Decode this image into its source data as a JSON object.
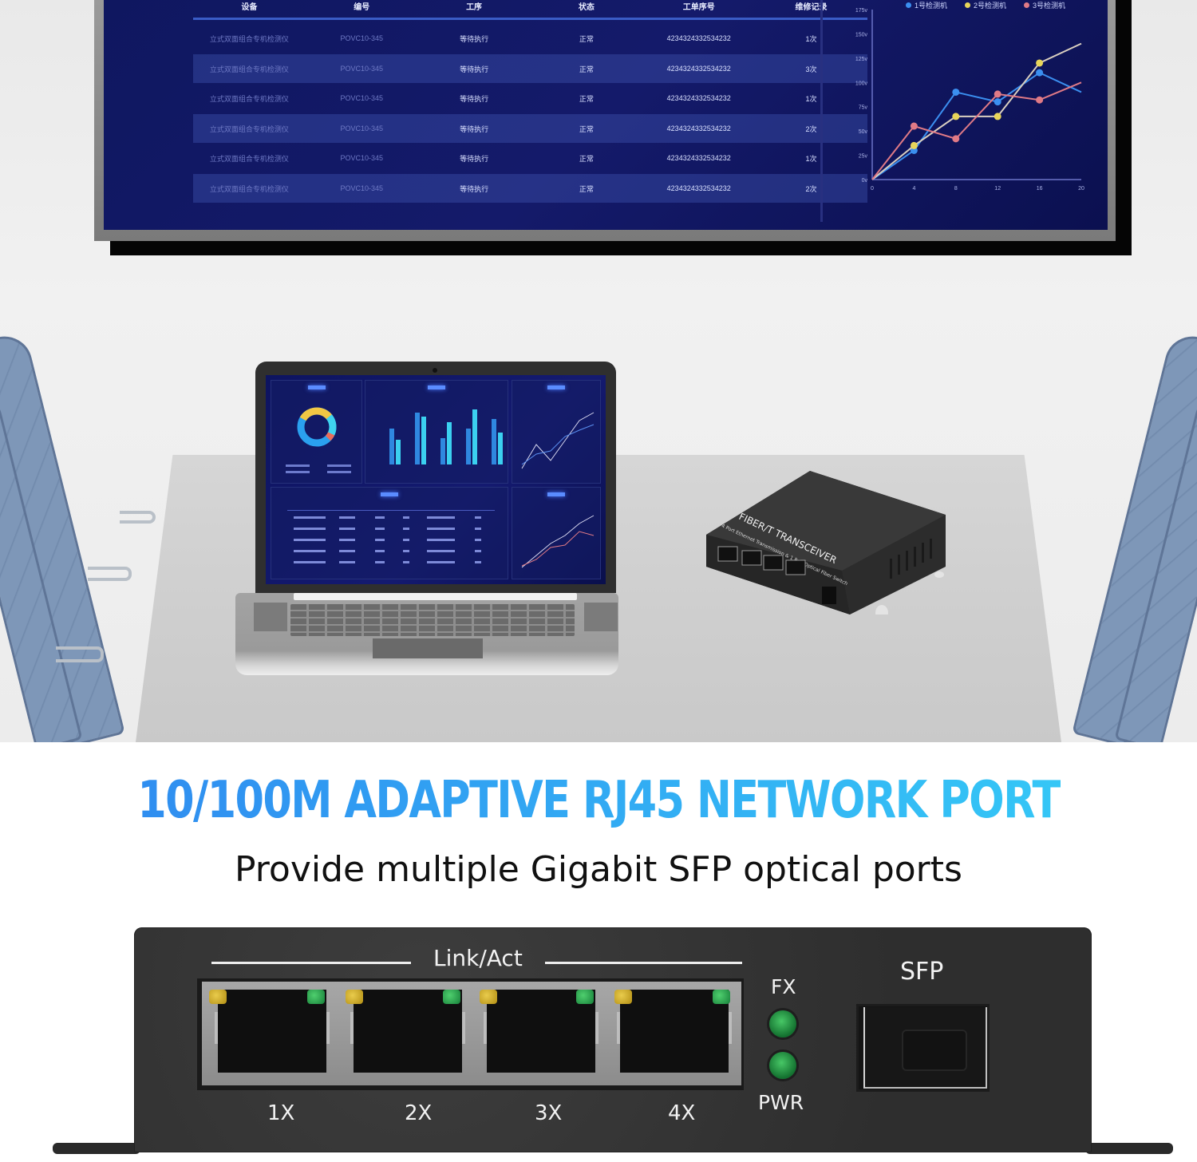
{
  "scene": {
    "wall_display": {
      "table": {
        "headers": [
          "设备",
          "编号",
          "工序",
          "状态",
          "工单序号",
          "维修记录"
        ],
        "rows": [
          [
            "立式双面组合专机检测仪",
            "POVC10-345",
            "等待执行",
            "正常",
            "423432433253423​2",
            "1次"
          ],
          [
            "立式双面组合专机检测仪",
            "POVC10-345",
            "等待执行",
            "正常",
            "4234324332534232",
            "3次"
          ],
          [
            "立式双面组合专机检测仪",
            "POVC10-345",
            "等待执行",
            "正常",
            "4234324332534232",
            "1次"
          ],
          [
            "立式双面组合专机检测仪",
            "POVC10-345",
            "等待执行",
            "正常",
            "4234324332534232",
            "2次"
          ],
          [
            "立式双面组合专机检测仪",
            "POVC10-345",
            "等待执行",
            "正常",
            "4234324332534232",
            "1次"
          ],
          [
            "立式双面组合专机检测仪",
            "POVC10-345",
            "等待执行",
            "正常",
            "4234324332534232",
            "2次"
          ]
        ]
      },
      "line_chart": {
        "legend": [
          {
            "label": "1号检测机",
            "color": "#3b8ff0"
          },
          {
            "label": "2号检测机",
            "color": "#e8d55a"
          },
          {
            "label": "3号检测机",
            "color": "#e07a86"
          }
        ],
        "y_ticks": [
          "0v",
          "25v",
          "50v",
          "75v",
          "100v",
          "125v",
          "150v",
          "175v"
        ],
        "x_ticks": [
          "0",
          "4",
          "8",
          "12",
          "16",
          "20"
        ]
      }
    },
    "device_top_label": "FIBER/T TRANSCEIVER",
    "device_top_sublabel": "4 Port Ethernet Transmission & 1 Port Optical Fiber Switch",
    "device_small_labels": {
      "sfp": "SFP",
      "fx": "FX",
      "pwr": "PWR"
    }
  },
  "headline": "10/100M ADAPTIVE RJ45 NETWORK PORT",
  "subline": "Provide multiple Gigabit SFP optical ports",
  "front_panel": {
    "link_act_label": "Link/Act",
    "ports": [
      {
        "label": "1X"
      },
      {
        "label": "2X"
      },
      {
        "label": "3X"
      },
      {
        "label": "4X"
      }
    ],
    "fx_label": "FX",
    "pwr_label": "PWR",
    "sfp_label": "SFP",
    "led_colors": {
      "activity": "#d4b22a",
      "link": "#2faa4f"
    }
  },
  "chart_data": {
    "type": "line",
    "title": "",
    "x": [
      0,
      4,
      8,
      12,
      16,
      20
    ],
    "series": [
      {
        "name": "1号检测机",
        "values": [
          0,
          30,
          90,
          80,
          110,
          90
        ]
      },
      {
        "name": "2号检测机",
        "values": [
          0,
          35,
          65,
          65,
          120,
          140
        ]
      },
      {
        "name": "3号检测机",
        "values": [
          0,
          55,
          42,
          88,
          82,
          100
        ]
      }
    ],
    "xlabel": "",
    "ylabel": "",
    "y_tick_labels": [
      "0v",
      "25v",
      "50v",
      "75v",
      "100v",
      "125v",
      "150v",
      "175v"
    ],
    "ylim": [
      0,
      175
    ],
    "grid": false,
    "legend_position": "top"
  }
}
